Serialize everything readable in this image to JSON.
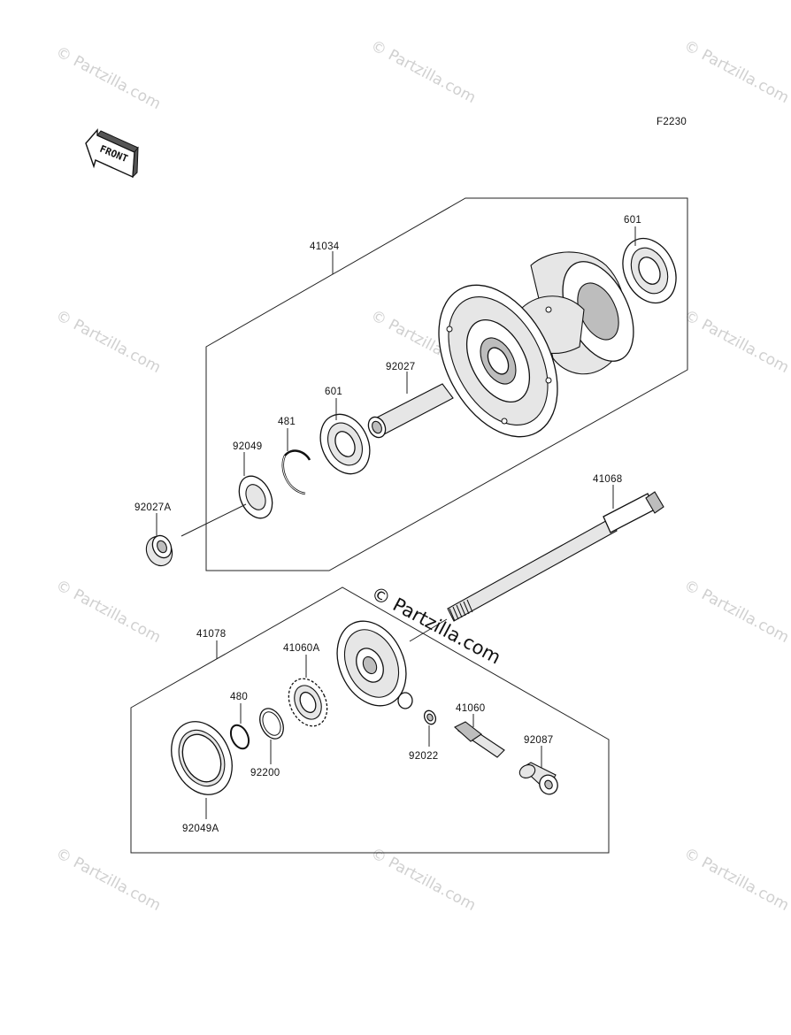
{
  "figure_code": "F2230",
  "front_arrow_text": "FRONT",
  "watermark": "© Partzilla.com",
  "watermark_main": "© Partzilla.com",
  "parts": [
    {
      "id": "41034",
      "label": "41034"
    },
    {
      "id": "601-right",
      "label": "601"
    },
    {
      "id": "92027",
      "label": "92027"
    },
    {
      "id": "601-left",
      "label": "601"
    },
    {
      "id": "481",
      "label": "481"
    },
    {
      "id": "92049",
      "label": "92049"
    },
    {
      "id": "92027A",
      "label": "92027A"
    },
    {
      "id": "41068",
      "label": "41068"
    },
    {
      "id": "41078",
      "label": "41078"
    },
    {
      "id": "41060A",
      "label": "41060A"
    },
    {
      "id": "480",
      "label": "480"
    },
    {
      "id": "92200",
      "label": "92200"
    },
    {
      "id": "92049A",
      "label": "92049A"
    },
    {
      "id": "41060",
      "label": "41060"
    },
    {
      "id": "92022",
      "label": "92022"
    },
    {
      "id": "92087",
      "label": "92087"
    }
  ]
}
